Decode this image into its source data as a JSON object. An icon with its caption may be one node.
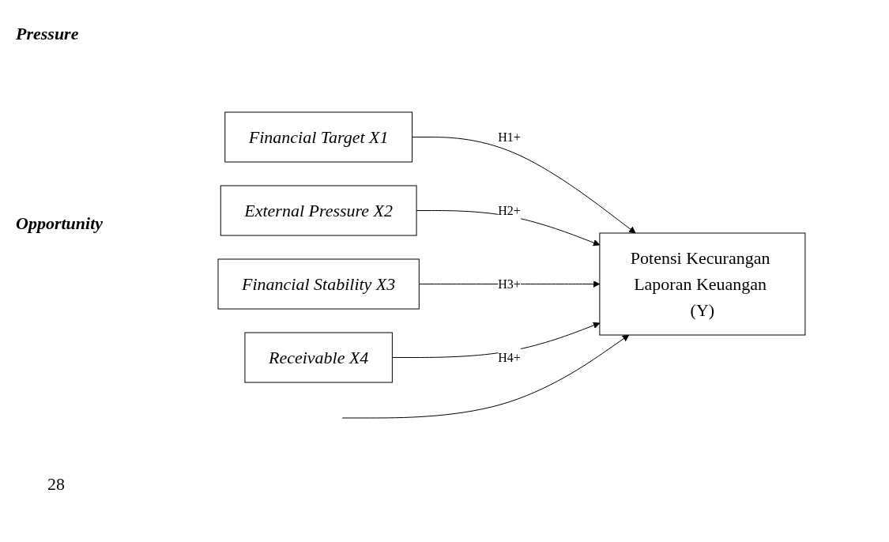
{
  "diagram": {
    "nodes": [
      {
        "text": [
          "Financial Target X1"
        ]
      },
      {
        "text": [
          "External Pressure X2"
        ]
      },
      {
        "text": [
          "Financial Stability X3"
        ]
      },
      {
        "text": [
          "Receivable X4"
        ]
      },
      {
        "text": [
          "Potensi Kecurangan Laporan Keuangan (Y)"
        ]
      }
    ],
    "edges": [
      {
        "from": 0,
        "to": 4,
        "arrow": "to",
        "label": "H1+"
      },
      {
        "from": 1,
        "to": 4,
        "arrow": "to",
        "label": "H2+"
      },
      {
        "from": 2,
        "to": 4,
        "arrow": "to",
        "label": "H3+"
      },
      {
        "from": 3,
        "to": 4,
        "arrow": "to",
        "label": "H4+"
      },
      {
        "from": null,
        "to": 4,
        "arrow": "to"
      }
    ],
    "labels": [
      "Pressure",
      "Opportunity",
      "28"
    ]
  }
}
